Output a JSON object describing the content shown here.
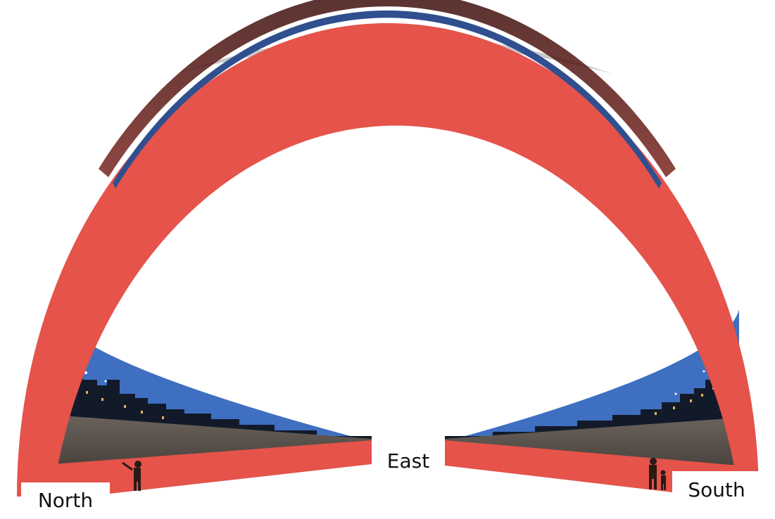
{
  "labels": {
    "north": "North",
    "east": "East",
    "south": "South"
  },
  "colors": {
    "arch_red": "#e5534b",
    "arch_dark_top": "#5a1f1a",
    "sky_blue": "#3f6fc0",
    "city_dark": "#121a2a",
    "ground_gray": "#5f5650",
    "window_lights": "#e5b15a"
  },
  "icons": {
    "north_figure": "person-with-telescope-icon",
    "south_figure": "person-with-child-icon"
  }
}
